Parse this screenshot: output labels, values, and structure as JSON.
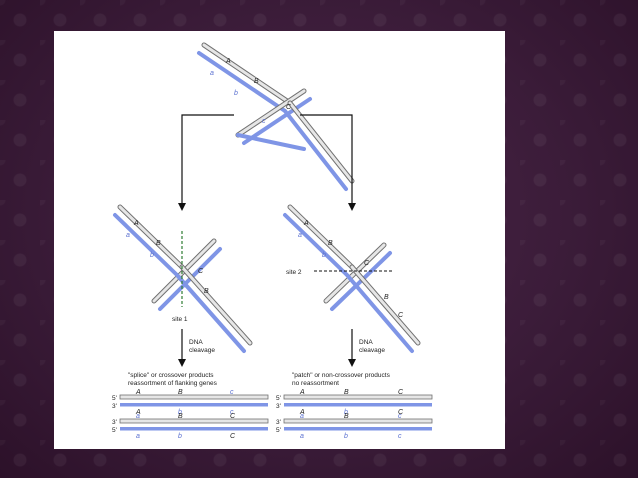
{
  "colors": {
    "strand_light": "#e6e6e6",
    "strand_blue": "#7f95e6",
    "outline": "#707070",
    "dashed": "#2e7d32"
  },
  "top": {
    "upper": [
      "A",
      "B",
      "C"
    ],
    "lower": [
      "a",
      "b",
      "c"
    ]
  },
  "left": {
    "site_label": "site 1",
    "cleavage_line1": "DNA",
    "cleavage_line2": "cleavage",
    "caption_line1": "\"splice\" or crossover products",
    "caption_line2": "reassortment of flanking genes"
  },
  "right": {
    "site_label": "site 2",
    "cleavage_line1": "DNA",
    "cleavage_line2": "cleavage",
    "caption_line1": "\"patch\" or non-crossover products",
    "caption_line2": "no reassortment"
  },
  "ends": {
    "five": "5'",
    "three": "3'"
  },
  "products_left": {
    "row1": [
      "A",
      "B",
      "c"
    ],
    "row2": [
      "A",
      "b",
      "c"
    ],
    "row3": [
      "a",
      "B",
      "C"
    ],
    "row4": [
      "a",
      "b",
      "C"
    ]
  },
  "products_right": {
    "row1": [
      "A",
      "B",
      "C"
    ],
    "row2": [
      "A",
      "b",
      "C"
    ],
    "row3": [
      "a",
      "B",
      "c"
    ],
    "row4": [
      "a",
      "b",
      "c"
    ]
  }
}
